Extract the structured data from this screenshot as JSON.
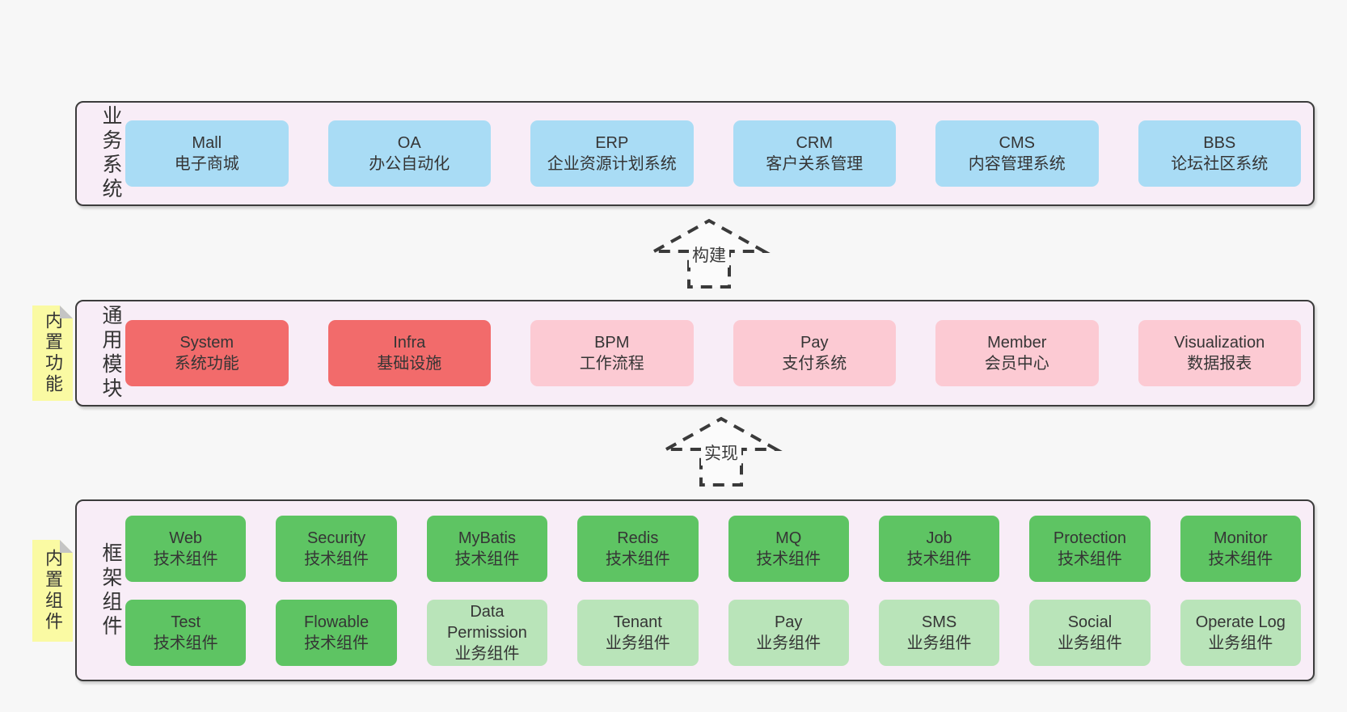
{
  "diagram": {
    "colors": {
      "page_bg": "#f7f7f7",
      "container_bg": "#f8edf7",
      "container_border": "#3c3c3c",
      "blue": "#a9dcf5",
      "red": "#f26b6b",
      "pink": "#fccad3",
      "green": "#5ec463",
      "light_green": "#b9e4b9",
      "sticky_yellow": "#fafaa3",
      "sticky_fold_gray": "#c4c4c4",
      "text": "#3a3a3a"
    },
    "layers": [
      {
        "label": "业务系统",
        "rows": [
          {
            "boxes": [
              {
                "name": "Mall",
                "desc": "电子商城",
                "color": "blue"
              },
              {
                "name": "OA",
                "desc": "办公自动化",
                "color": "blue"
              },
              {
                "name": "ERP",
                "desc": "企业资源计划系统",
                "color": "blue"
              },
              {
                "name": "CRM",
                "desc": "客户关系管理",
                "color": "blue"
              },
              {
                "name": "CMS",
                "desc": "内容管理系统",
                "color": "blue"
              },
              {
                "name": "BBS",
                "desc": "论坛社区系统",
                "color": "blue"
              }
            ]
          }
        ]
      },
      {
        "label": "通用模块",
        "tag": "内置功能",
        "rows": [
          {
            "boxes": [
              {
                "name": "System",
                "desc": "系统功能",
                "color": "red"
              },
              {
                "name": "Infra",
                "desc": "基础设施",
                "color": "red"
              },
              {
                "name": "BPM",
                "desc": "工作流程",
                "color": "pink"
              },
              {
                "name": "Pay",
                "desc": "支付系统",
                "color": "pink"
              },
              {
                "name": "Member",
                "desc": "会员中心",
                "color": "pink"
              },
              {
                "name": "Visualization",
                "desc": "数据报表",
                "color": "pink"
              }
            ]
          }
        ]
      },
      {
        "label": "框架组件",
        "tag": "内置组件",
        "rows": [
          {
            "boxes": [
              {
                "name": "Web",
                "desc": "技术组件",
                "color": "green"
              },
              {
                "name": "Security",
                "desc": "技术组件",
                "color": "green"
              },
              {
                "name": "MyBatis",
                "desc": "技术组件",
                "color": "green"
              },
              {
                "name": "Redis",
                "desc": "技术组件",
                "color": "green"
              },
              {
                "name": "MQ",
                "desc": "技术组件",
                "color": "green"
              },
              {
                "name": "Job",
                "desc": "技术组件",
                "color": "green"
              },
              {
                "name": "Protection",
                "desc": "技术组件",
                "color": "green"
              },
              {
                "name": "Monitor",
                "desc": "技术组件",
                "color": "green"
              }
            ]
          },
          {
            "boxes": [
              {
                "name": "Test",
                "desc": "技术组件",
                "color": "green"
              },
              {
                "name": "Flowable",
                "desc": "技术组件",
                "color": "green"
              },
              {
                "name": "Data Permission",
                "desc": "业务组件",
                "color": "lgreen"
              },
              {
                "name": "Tenant",
                "desc": "业务组件",
                "color": "lgreen"
              },
              {
                "name": "Pay",
                "desc": "业务组件",
                "color": "lgreen"
              },
              {
                "name": "SMS",
                "desc": "业务组件",
                "color": "lgreen"
              },
              {
                "name": "Social",
                "desc": "业务组件",
                "color": "lgreen"
              },
              {
                "name": "Operate Log",
                "desc": "业务组件",
                "color": "lgreen"
              }
            ]
          }
        ]
      }
    ],
    "arrows": [
      {
        "label": "构建"
      },
      {
        "label": "实现"
      }
    ]
  }
}
